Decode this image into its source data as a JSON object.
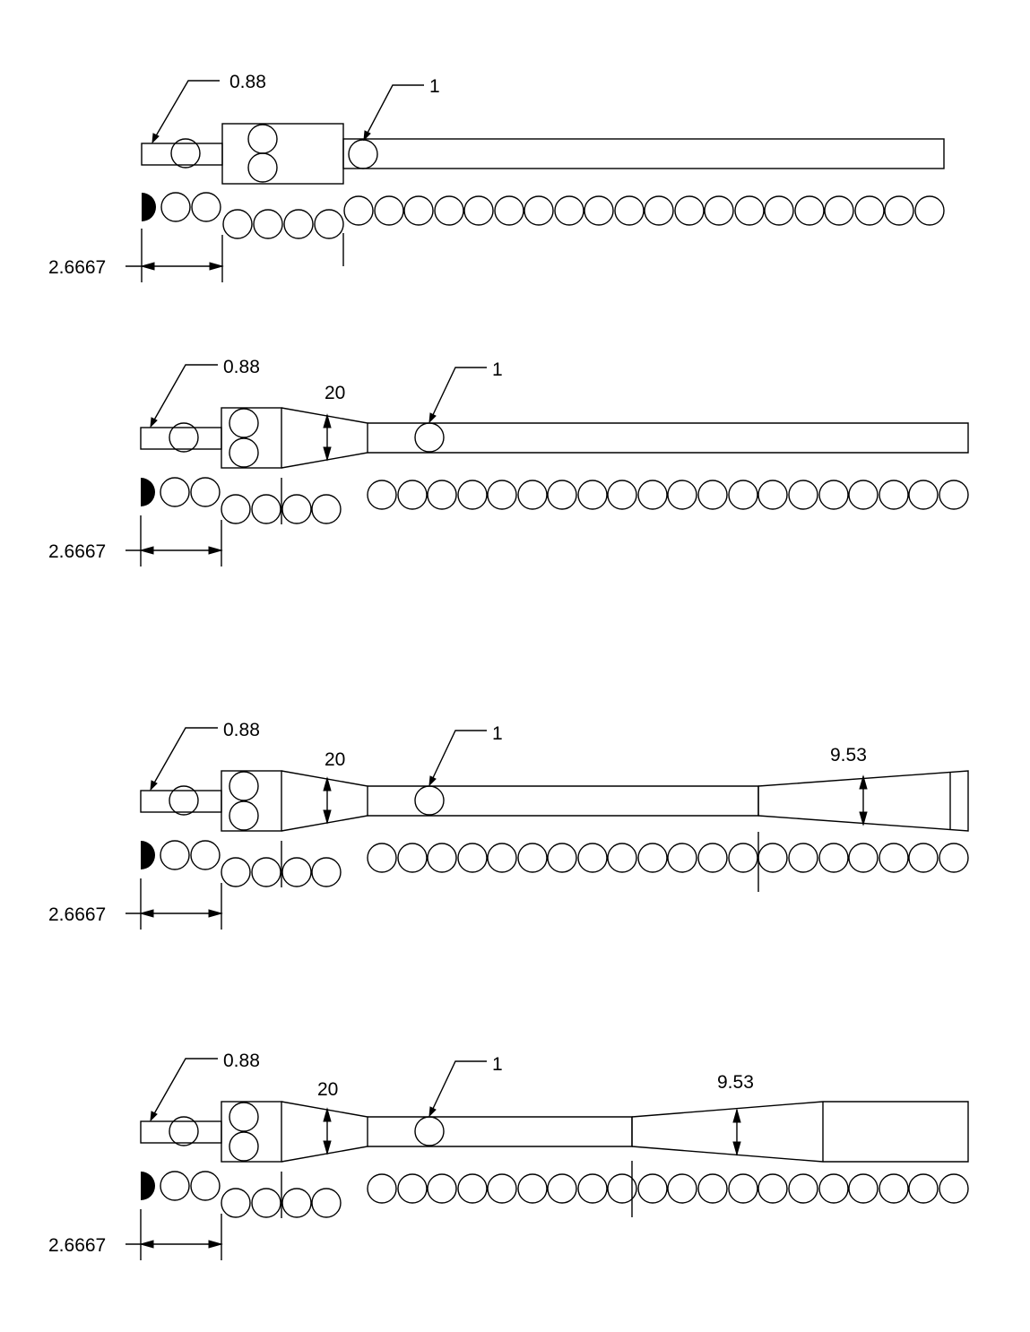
{
  "colors": {
    "ink": "#000000",
    "paper": "#ffffff"
  },
  "diagrams": [
    {
      "leader_small": "0.88",
      "leader_large": "1",
      "dim_length": "2.6667",
      "angle_first": "",
      "angle_second": ""
    },
    {
      "leader_small": "0.88",
      "leader_large": "1",
      "dim_length": "2.6667",
      "angle_first": "20",
      "angle_second": ""
    },
    {
      "leader_small": "0.88",
      "leader_large": "1",
      "dim_length": "2.6667",
      "angle_first": "20",
      "angle_second": "9.53"
    },
    {
      "leader_small": "0.88",
      "leader_large": "1",
      "dim_length": "2.6667",
      "angle_first": "20",
      "angle_second": "9.53"
    }
  ]
}
